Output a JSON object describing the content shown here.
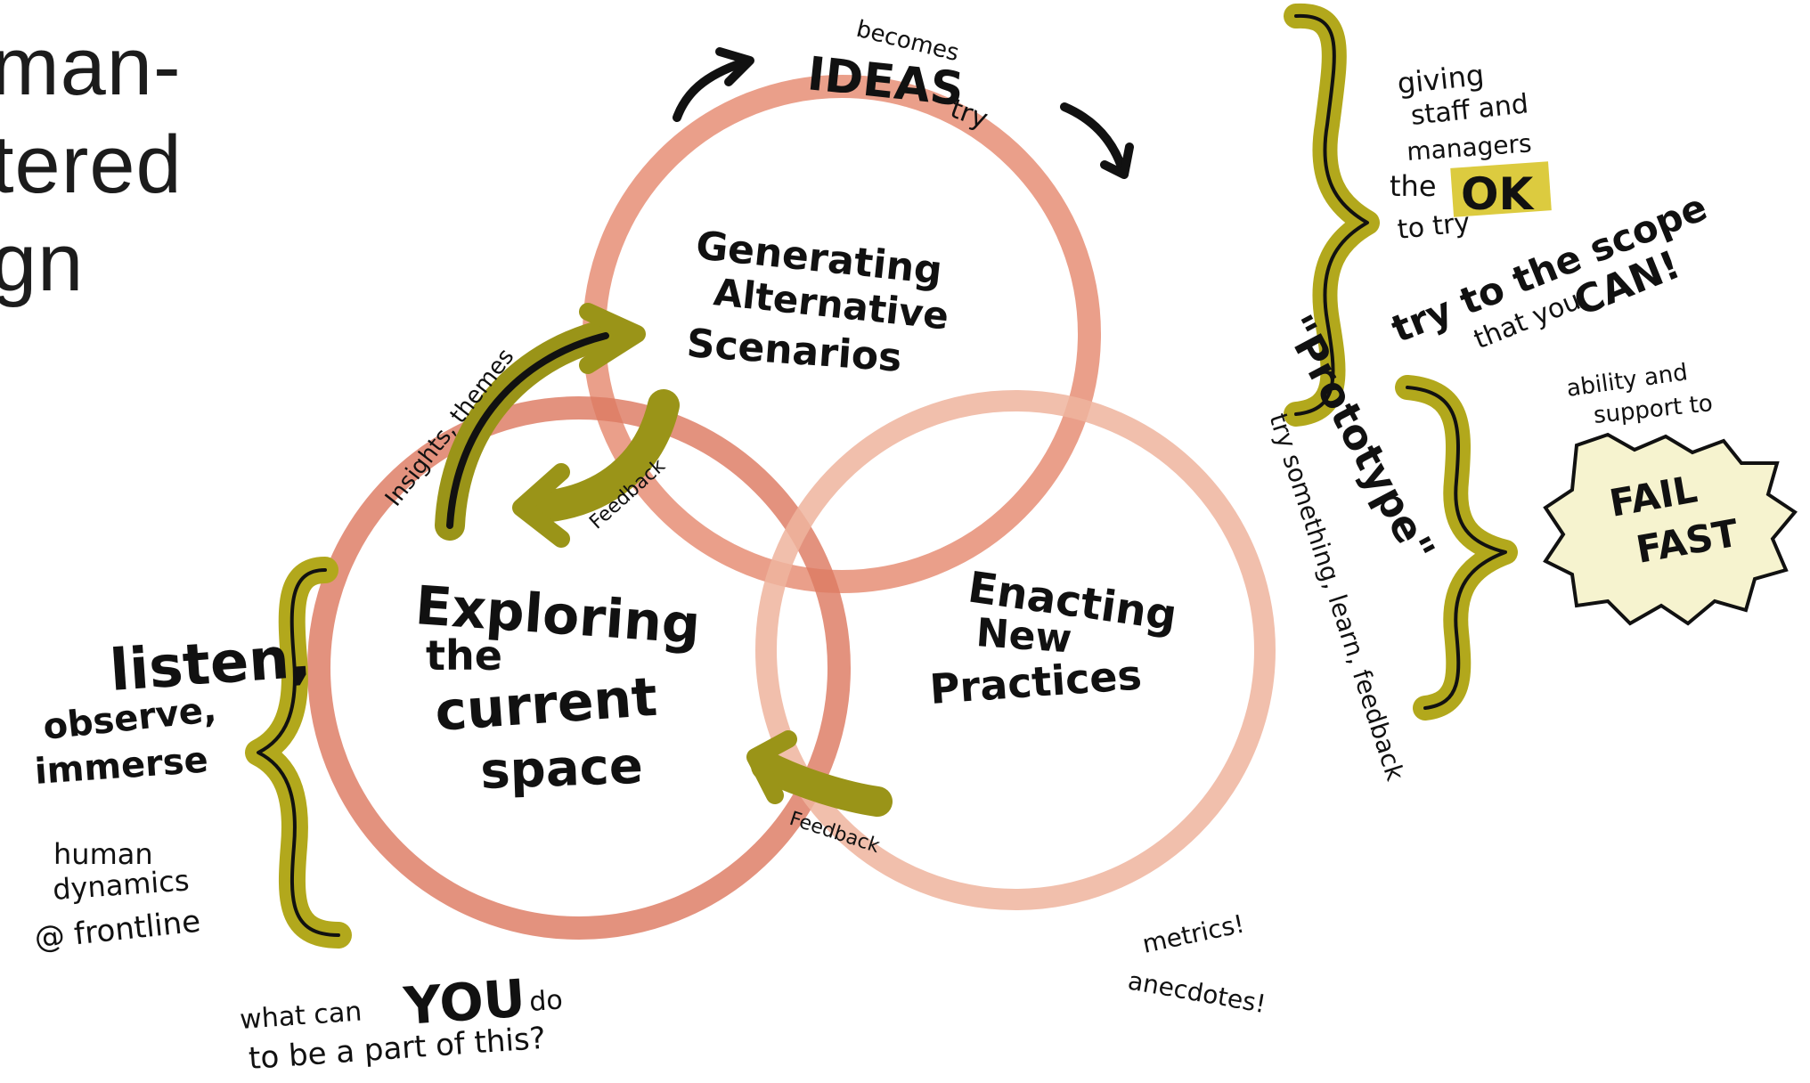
{
  "title": {
    "lines": [
      "man-",
      "tered",
      "gn"
    ]
  },
  "circles": {
    "generating": [
      "Generating",
      "Alternative",
      "Scenarios"
    ],
    "exploring": [
      "Exploring",
      "the",
      "current",
      "space"
    ],
    "enacting": [
      "Enacting",
      "New",
      "Practices"
    ]
  },
  "top": {
    "becomes": "becomes",
    "ideas": "IDEAS",
    "try": "try"
  },
  "arrows": {
    "insights": "Insights, themes",
    "feedback_top": "Feedback",
    "feedback_bottom": "Feedback"
  },
  "right": {
    "giving": [
      "giving",
      "staff and",
      "managers",
      "the"
    ],
    "ok": "OK",
    "to_try": "to try",
    "scope_line1": "try to the scope",
    "scope_line2": "that you",
    "can": "CAN!",
    "prototype": "\"Prototype\"",
    "try_something": "try something, learn, feedback",
    "ability": [
      "ability and",
      "support to"
    ],
    "fail": "FAIL",
    "fast": "FAST",
    "metrics": [
      "metrics!",
      "anecdotes!"
    ]
  },
  "left": {
    "listen": "listen,",
    "observe": "observe,",
    "immerse": "immerse",
    "human": [
      "human",
      "dynamics",
      "@ frontline"
    ]
  },
  "bottom": {
    "what_can": "what can",
    "you": "YOU",
    "do": "do",
    "part": "to be a part of this?"
  },
  "colors": {
    "ring": "#e0826a",
    "ring_light": "#efb49e",
    "olive": "#8e8a16",
    "olive_bright": "#d6c21d",
    "ink": "#111111"
  }
}
